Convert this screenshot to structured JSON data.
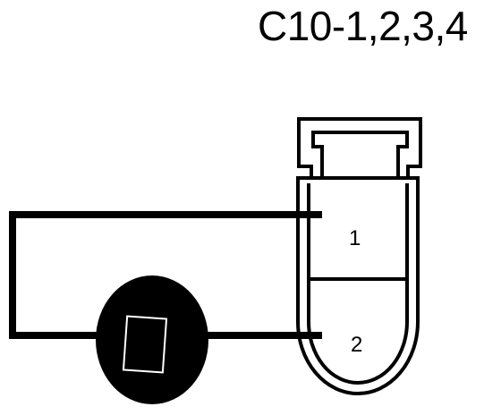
{
  "connector": {
    "title": "C10-1,2,3,4",
    "pins": [
      {
        "label": "1"
      },
      {
        "label": "2"
      }
    ]
  },
  "colors": {
    "line": "#000000",
    "background": "#ffffff",
    "component_fill": "#000000",
    "component_window": "#ffffff"
  }
}
